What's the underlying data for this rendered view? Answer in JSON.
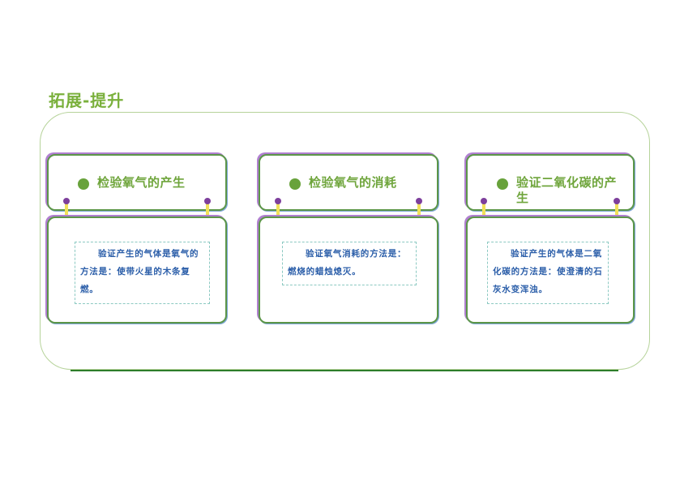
{
  "page": {
    "title": "拓展-提升"
  },
  "cards": [
    {
      "title": "检验氧气的产生",
      "body": "验证产生的气体是氧气的方法是：使带火星的木条复 燃。"
    },
    {
      "title": "检验氧气的消耗",
      "body": "验证氧气消耗的方法是：燃烧的蜡烛熄灭。"
    },
    {
      "title": "验证二氧化碳的产生",
      "body": "验证产生的气体是二氧化碳的方法是：使澄清的石灰水变浑浊。"
    }
  ],
  "colors": {
    "title_green": "#7ab03c",
    "card_border": "#5c9648",
    "body_text_blue": "#2b5ea9",
    "ring_yellow": "#f1e15a",
    "ring_purple": "#7d3f9c",
    "bottom_rule": "#2d7d2a"
  }
}
